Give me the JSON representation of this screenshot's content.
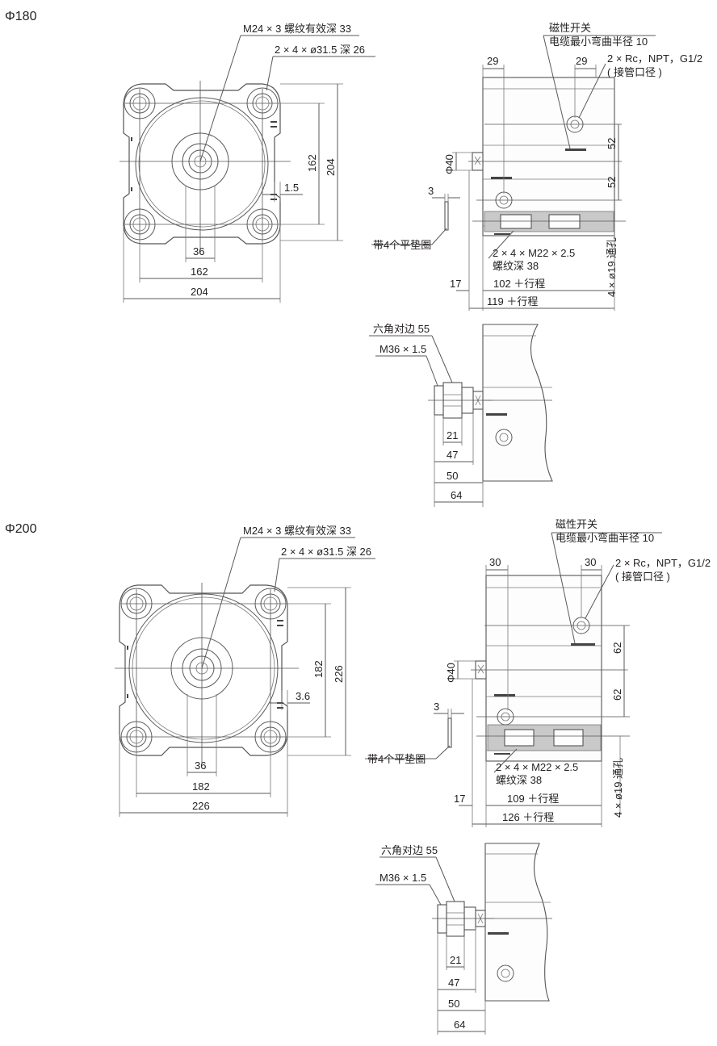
{
  "views": [
    {
      "title": "Φ180",
      "front": {
        "thread_note": "M24 × 3 螺纹有效深 33",
        "hole_note": "2 × 4 × ø31.5 深 26",
        "dim_v_inner": "162",
        "dim_v_outer": "204",
        "dim_gap": "1.5",
        "dim_h_small": "36",
        "dim_h_inner": "162",
        "dim_h_outer": "204"
      },
      "side": {
        "switch_note_1": "磁性开关",
        "switch_note_2": "电缆最小弯曲半径 10",
        "port_note_1": "2 × Rc，NPT，G1/2",
        "port_note_2": "( 接管口径 )",
        "dim_top_left": "29",
        "dim_top_right": "29",
        "dim_v_1": "52",
        "dim_v_2": "52",
        "dim_phi": "Φ40",
        "dim_washer": "3",
        "washer_note": "带4个平垫圈",
        "bolt_note_1": "2 × 4 × M22 × 2.5",
        "bolt_note_2": "螺纹深 38",
        "through_hole": "4 × ø19 通孔",
        "dim_17": "17",
        "dim_len_1": "102 ＋行程",
        "dim_len_2": "119 ＋行程"
      },
      "rod": {
        "hex_note": "六角对边 55",
        "thread_note": "M36 × 1.5",
        "dim_21": "21",
        "dim_47": "47",
        "dim_50": "50",
        "dim_64": "64"
      }
    },
    {
      "title": "Φ200",
      "front": {
        "thread_note": "M24 × 3 螺纹有效深 33",
        "hole_note": "2 × 4 × ø31.5 深 26",
        "dim_v_inner": "182",
        "dim_v_outer": "226",
        "dim_gap": "3.6",
        "dim_h_small": "36",
        "dim_h_inner": "182",
        "dim_h_outer": "226"
      },
      "side": {
        "switch_note_1": "磁性开关",
        "switch_note_2": "电缆最小弯曲半径 10",
        "port_note_1": "2 × Rc，NPT，G1/2",
        "port_note_2": "( 接管口径 )",
        "dim_top_left": "30",
        "dim_top_right": "30",
        "dim_v_1": "62",
        "dim_v_2": "62",
        "dim_phi": "Φ40",
        "dim_washer": "3",
        "washer_note": "带4个平垫圈",
        "bolt_note_1": "2 × 4 × M22 × 2.5",
        "bolt_note_2": "螺纹深 38",
        "through_hole": "4 × ø19 通孔",
        "dim_17": "17",
        "dim_len_1": "109 ＋行程",
        "dim_len_2": "126 ＋行程"
      },
      "rod": {
        "hex_note": "六角对边 55",
        "thread_note": "M36 × 1.5",
        "dim_21": "21",
        "dim_47": "47",
        "dim_50": "50",
        "dim_64": "64"
      }
    }
  ]
}
